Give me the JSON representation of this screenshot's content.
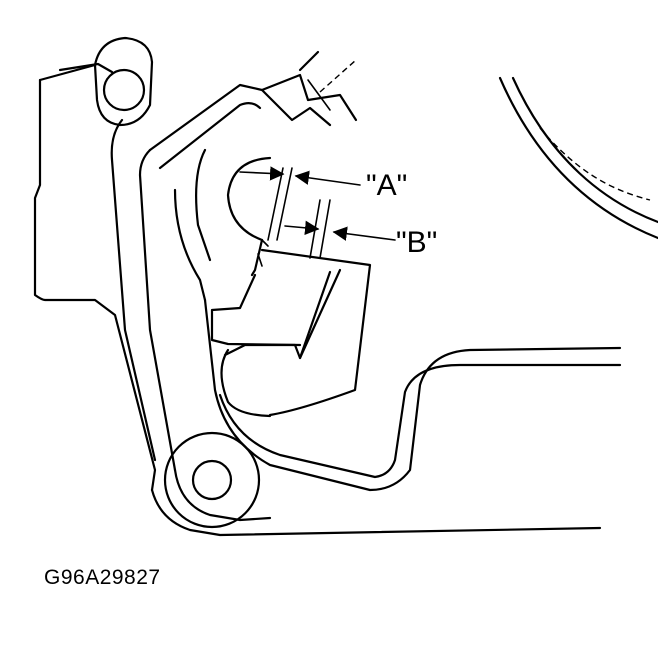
{
  "diagram": {
    "callouts": {
      "a": "\"A\"",
      "b": "\"B\""
    },
    "reference_code": "G96A29827",
    "line_color": "#000000",
    "background_color": "#ffffff"
  }
}
